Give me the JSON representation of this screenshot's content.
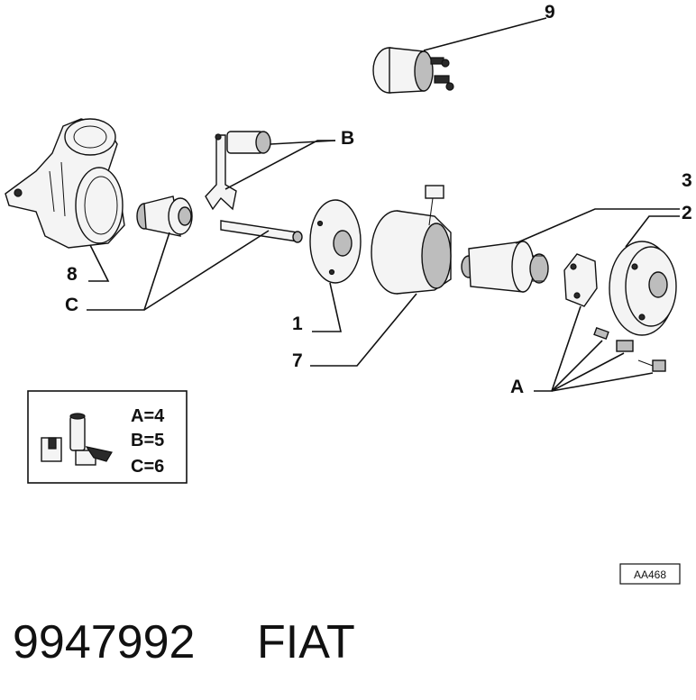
{
  "callouts": {
    "c9": "9",
    "cB": "B",
    "c3": "3",
    "c2": "2",
    "c8": "8",
    "cC": "C",
    "c1": "1",
    "c7": "7",
    "cA": "A"
  },
  "legend": {
    "line1": "A=4",
    "line2": "B=5",
    "line3": "C=6"
  },
  "reference_code": "AA468",
  "footer": {
    "part_number": "9947992",
    "brand": "FIAT"
  }
}
